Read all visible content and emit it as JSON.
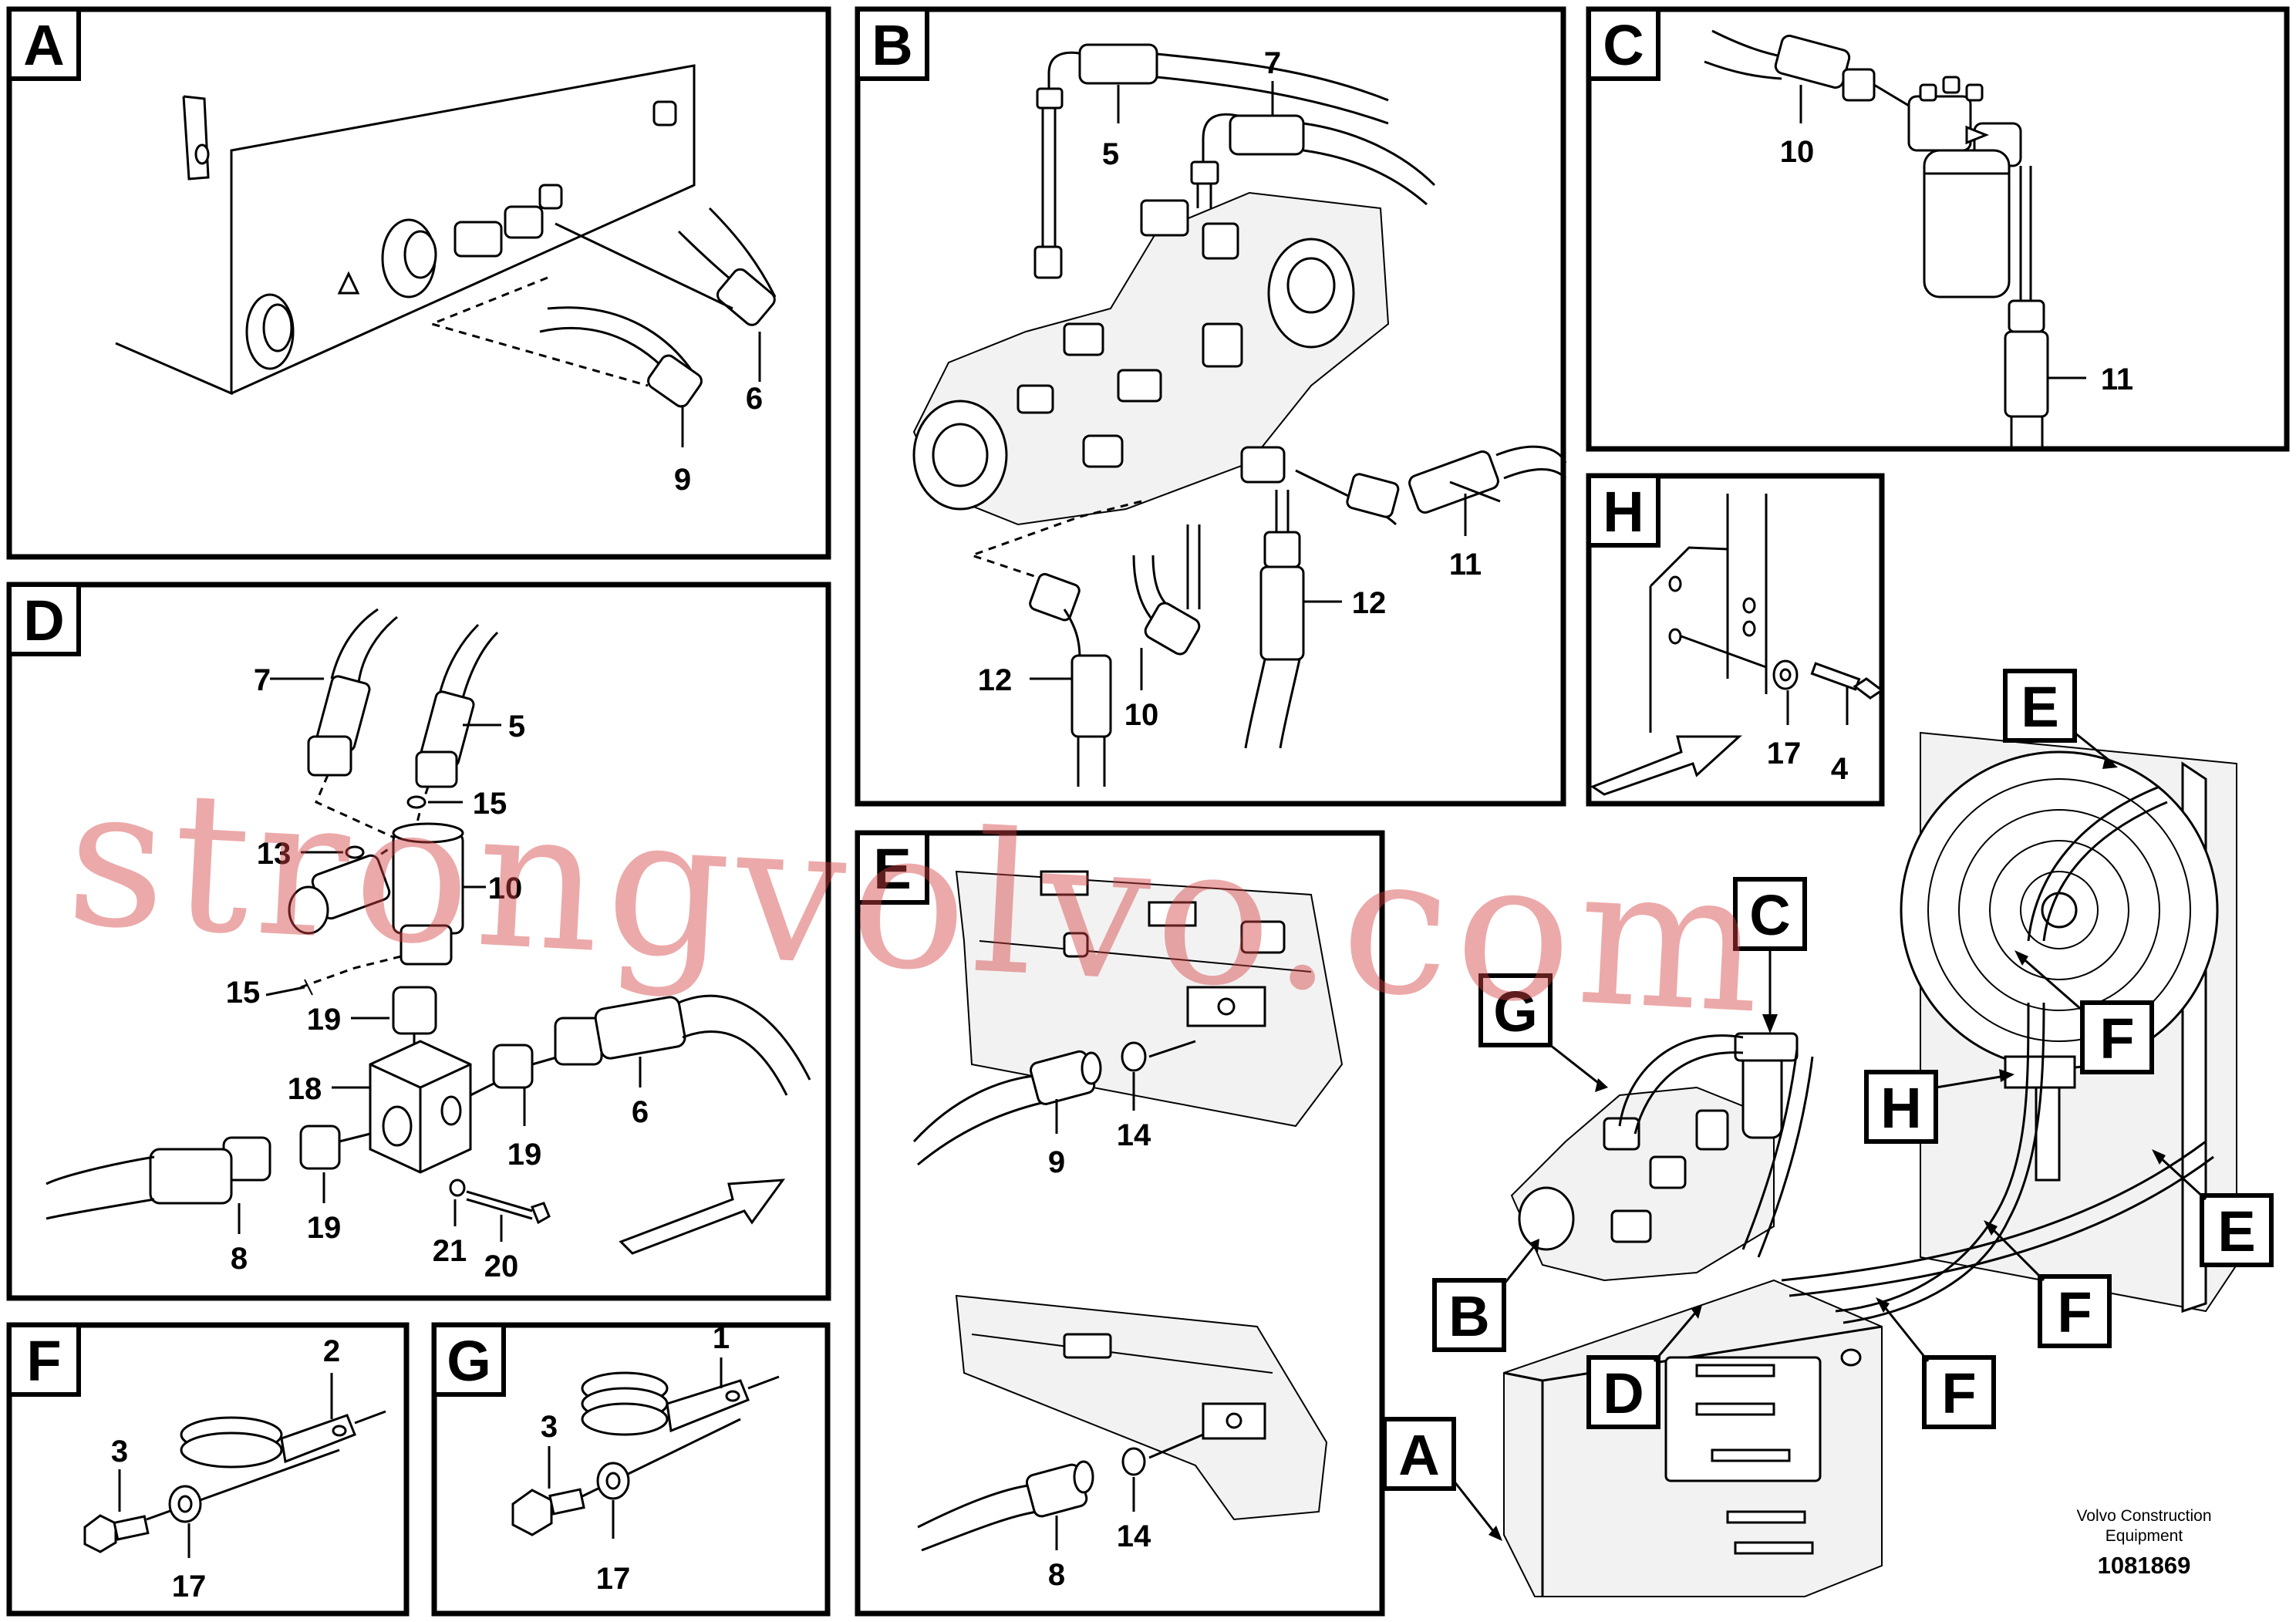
{
  "panels": [
    {
      "id": "A",
      "label": "A",
      "parts": [
        "6",
        "9"
      ]
    },
    {
      "id": "B",
      "label": "B",
      "parts": [
        "5",
        "7",
        "11",
        "12",
        "12",
        "10"
      ]
    },
    {
      "id": "C",
      "label": "C",
      "parts": [
        "10",
        "11"
      ]
    },
    {
      "id": "D",
      "label": "D",
      "parts": [
        "7",
        "5",
        "15",
        "13",
        "10",
        "15",
        "19",
        "18",
        "19",
        "6",
        "19",
        "21",
        "20",
        "8"
      ]
    },
    {
      "id": "E",
      "label": "E",
      "parts": [
        "9",
        "14",
        "8",
        "14"
      ]
    },
    {
      "id": "F",
      "label": "F",
      "parts": [
        "2",
        "3",
        "17"
      ]
    },
    {
      "id": "G",
      "label": "G",
      "parts": [
        "1",
        "3",
        "17"
      ]
    },
    {
      "id": "H",
      "label": "H",
      "parts": [
        "17",
        "4"
      ]
    }
  ],
  "overview": {
    "callouts": [
      "C",
      "G",
      "E",
      "F",
      "H",
      "E",
      "F",
      "F",
      "B",
      "D",
      "A"
    ]
  },
  "manufacturer": "Volvo Construction\nEquipment",
  "manufacturer_lines": [
    "Volvo Construction",
    "Equipment"
  ],
  "document_number": "1081869",
  "watermark": "strongvolvo.com"
}
